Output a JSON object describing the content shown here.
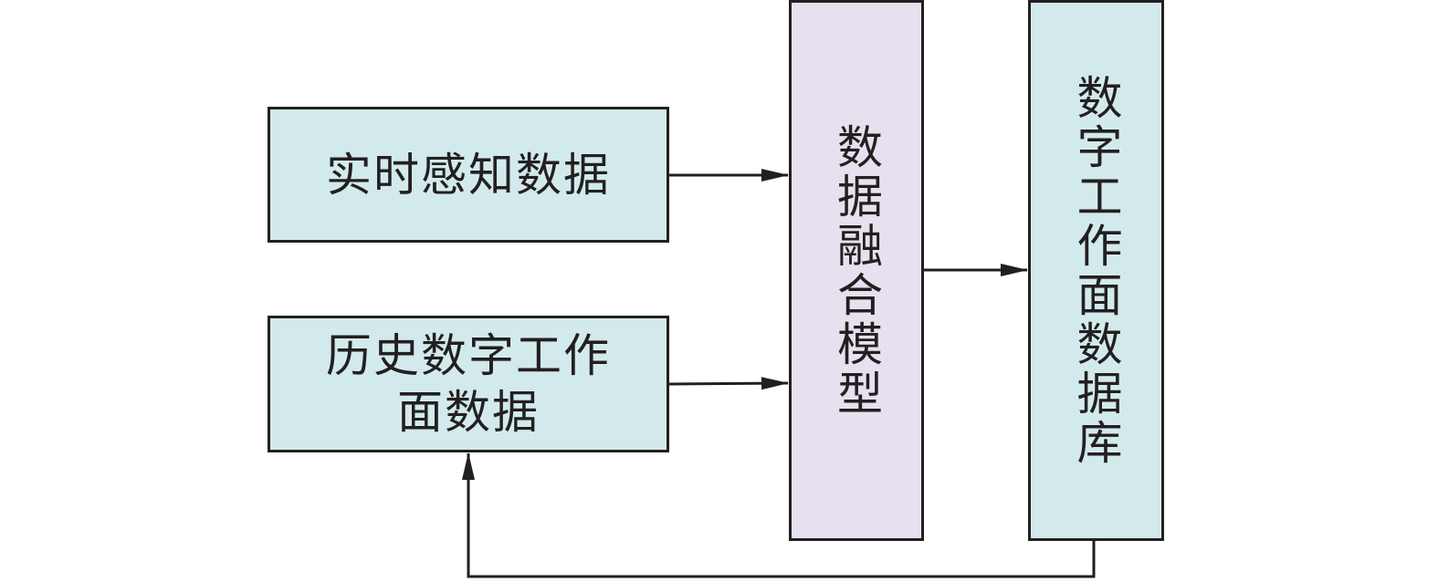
{
  "diagram": {
    "type": "flowchart",
    "nodes": [
      {
        "id": "realtime",
        "label": "实时感知数据",
        "fill": "#d3eaec"
      },
      {
        "id": "history",
        "label": "历史数字工作面数据",
        "fill": "#d3eaec"
      },
      {
        "id": "fusion",
        "label": "数据融合模型",
        "fill": "#e7e0ee"
      },
      {
        "id": "database",
        "label": "数字工作面数据库",
        "fill": "#d3eaec"
      }
    ],
    "edges": [
      {
        "from": "realtime",
        "to": "fusion"
      },
      {
        "from": "history",
        "to": "fusion"
      },
      {
        "from": "fusion",
        "to": "database"
      },
      {
        "from": "database",
        "to": "history"
      }
    ],
    "stroke_color": "#231f20"
  }
}
